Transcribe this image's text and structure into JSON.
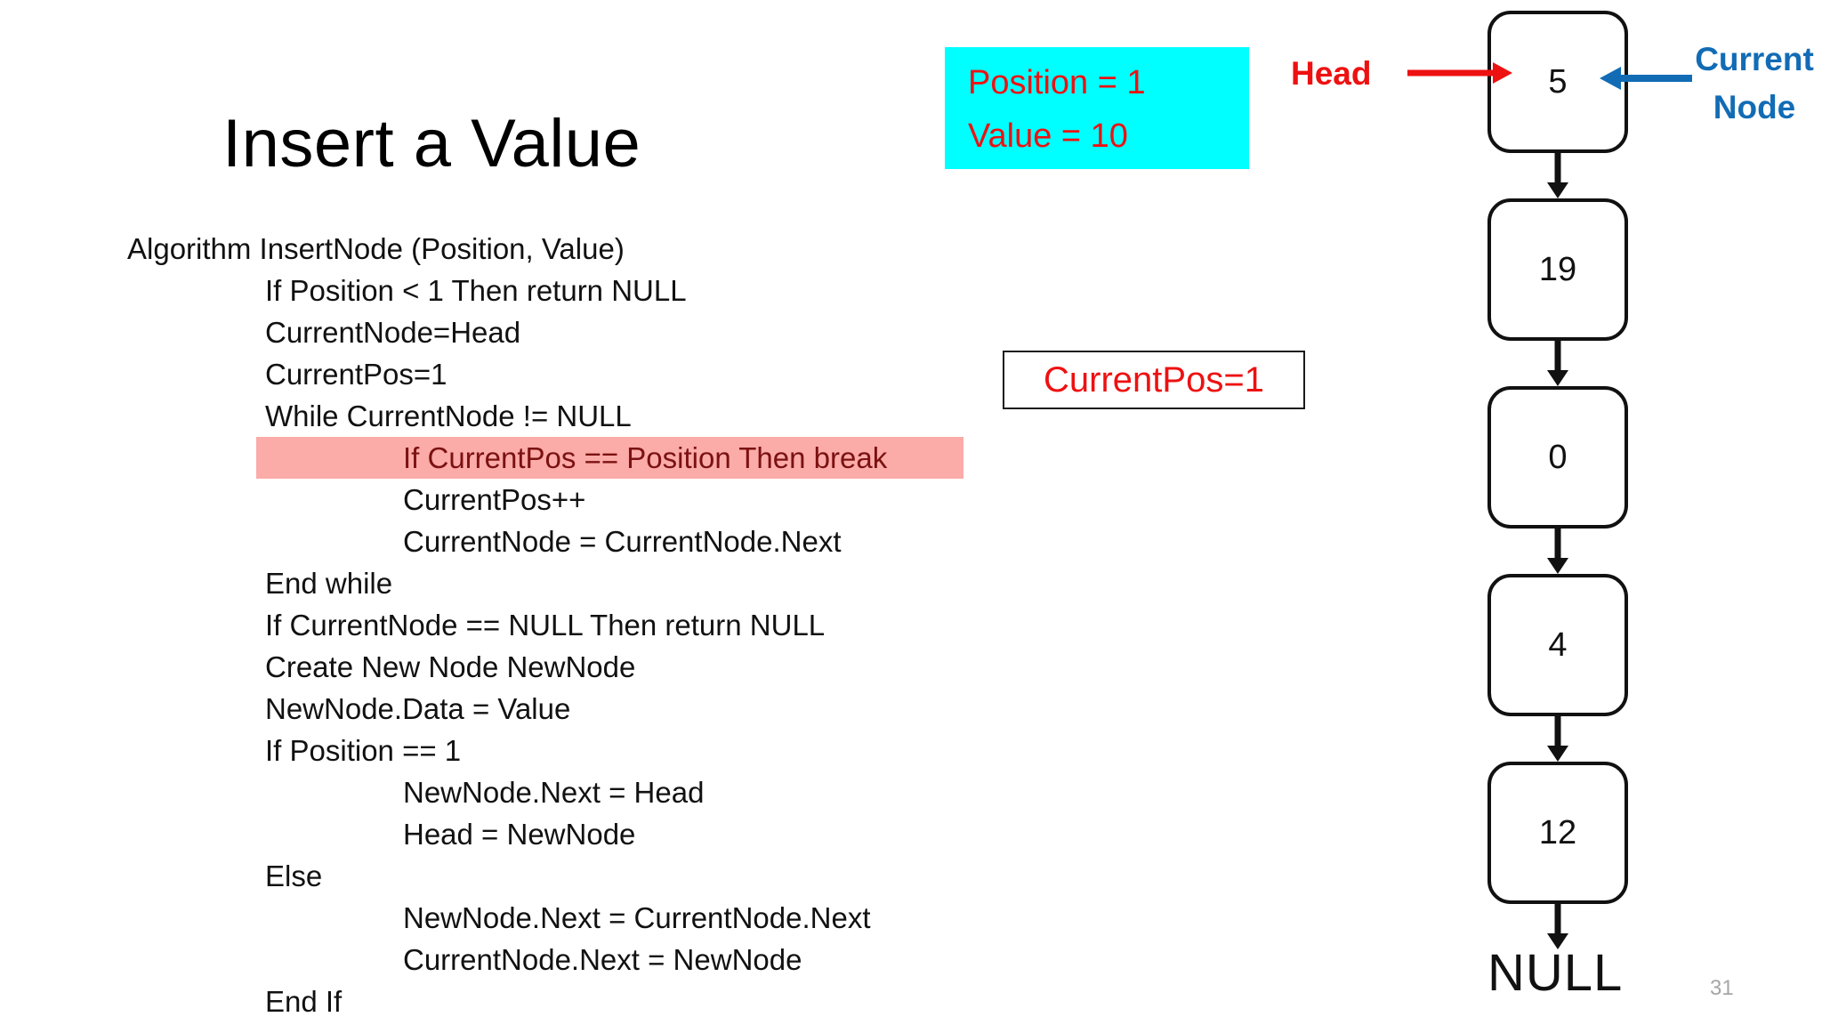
{
  "slide": {
    "title": "Insert a Value",
    "number": "31"
  },
  "pseudocode": {
    "lines": [
      {
        "text": "Algorithm InsertNode (Position, Value)",
        "indent": 0,
        "highlight": false
      },
      {
        "text": "If Position < 1 Then return NULL",
        "indent": 1,
        "highlight": false
      },
      {
        "text": "CurrentNode=Head",
        "indent": 1,
        "highlight": false
      },
      {
        "text": "CurrentPos=1",
        "indent": 1,
        "highlight": false
      },
      {
        "text": "While CurrentNode != NULL",
        "indent": 1,
        "highlight": false
      },
      {
        "text": "If CurrentPos == Position Then break",
        "indent": 2,
        "highlight": true
      },
      {
        "text": "CurrentPos++",
        "indent": 2,
        "highlight": false
      },
      {
        "text": "CurrentNode = CurrentNode.Next",
        "indent": 2,
        "highlight": false
      },
      {
        "text": "End while",
        "indent": 1,
        "highlight": false
      },
      {
        "text": "If CurrentNode == NULL Then return NULL",
        "indent": 1,
        "highlight": false
      },
      {
        "text": "Create New Node NewNode",
        "indent": 1,
        "highlight": false
      },
      {
        "text": "NewNode.Data = Value",
        "indent": 1,
        "highlight": false
      },
      {
        "text": "If Position == 1",
        "indent": 1,
        "highlight": false
      },
      {
        "text": "NewNode.Next = Head",
        "indent": 2,
        "highlight": false
      },
      {
        "text": "Head = NewNode",
        "indent": 2,
        "highlight": false
      },
      {
        "text": "Else",
        "indent": 1,
        "highlight": false
      },
      {
        "text": "NewNode.Next = CurrentNode.Next",
        "indent": 2,
        "highlight": false
      },
      {
        "text": "CurrentNode.Next = NewNode",
        "indent": 2,
        "highlight": false
      },
      {
        "text": "End If",
        "indent": 1,
        "highlight": false
      }
    ],
    "highlight_bg": "#FBABA8",
    "highlight_fg": "#7B1111"
  },
  "params_box": {
    "background": "#00FFFF",
    "text_color": "#EE1111",
    "line1": "Position = 1",
    "line2": "Value = 10"
  },
  "state_box": {
    "text": "CurrentPos=1",
    "text_color": "#EE1111",
    "border_color": "#1a1a1a"
  },
  "linked_list": {
    "nodes": [
      {
        "value": "5"
      },
      {
        "value": "19"
      },
      {
        "value": "0"
      },
      {
        "value": "4"
      },
      {
        "value": "12"
      }
    ],
    "terminator": "NULL",
    "node_border_color": "#111111"
  },
  "annotations": {
    "head": {
      "label": "Head",
      "color": "#EE1111",
      "direction": "right"
    },
    "current_node": {
      "label_line1": "Current",
      "label_line2": "Node",
      "color": "#126CB5",
      "direction": "left"
    }
  }
}
